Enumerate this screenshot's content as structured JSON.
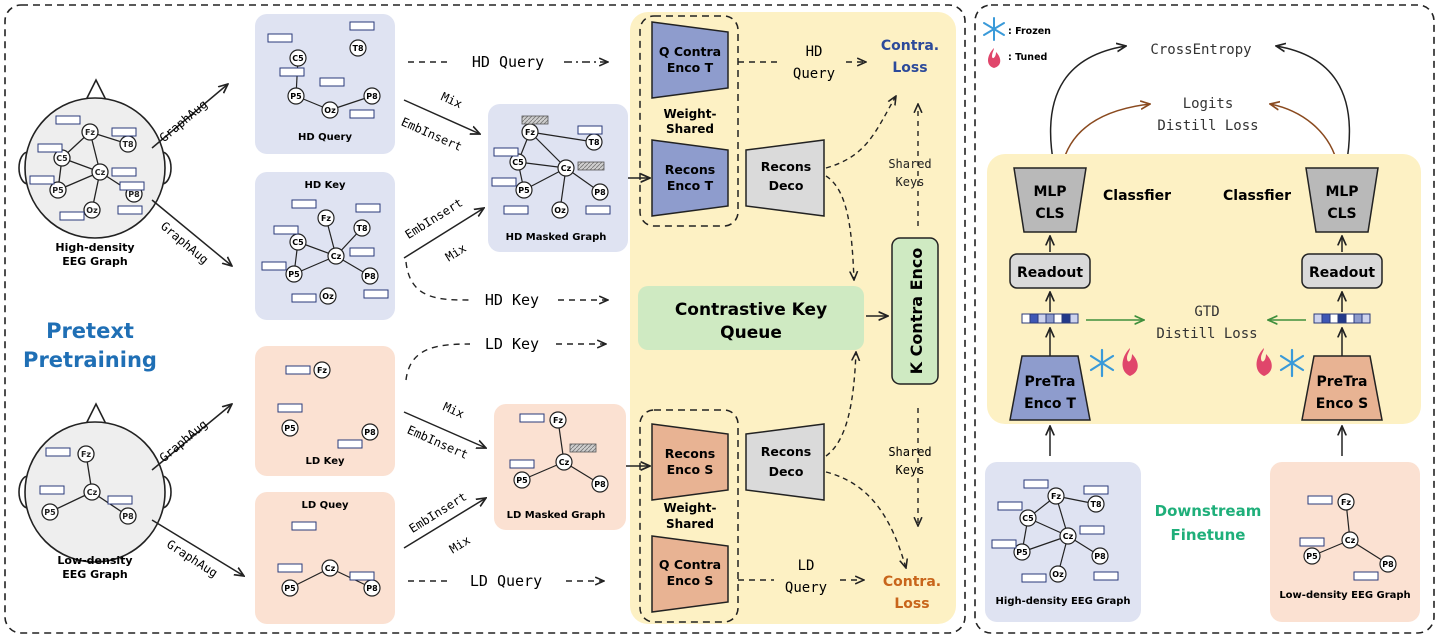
{
  "colors": {
    "hd_panel": "#dfe3f2",
    "ld_panel": "#fbe1d2",
    "yellow_panel": "#fdf1c4",
    "green_box": "#cfeac2",
    "green_stroke": "#3f8f3c",
    "blue_enc": "#8e9ccd",
    "orange_enc": "#e8b393",
    "gray_box": "#dadada",
    "pretext_blue": "#1f6fb5",
    "loss_blue": "#2c4a9a",
    "loss_orange": "#c8651b",
    "downstream_green": "#1faf7a",
    "distill_arrow": "#8a4a1f"
  },
  "pretext": {
    "title_line1": "Pretext",
    "title_line2": "Pretraining"
  },
  "heads": {
    "hd_caption_line1": "High-density",
    "hd_caption_line2": "EEG Graph",
    "ld_caption_line1": "Low-density",
    "ld_caption_line2": "EEG Graph"
  },
  "electrodes": {
    "fz": "Fz",
    "cz": "Cz",
    "c5": "C5",
    "t8": "T8",
    "p5": "P5",
    "p8": "P8",
    "oz": "Oz"
  },
  "arrows": {
    "graphaug": "GraphAug",
    "mix": "Mix",
    "embinsert": "EmbInsert"
  },
  "panels": {
    "hd_query": "HD Query",
    "hd_key": "HD Key",
    "hd_masked": "HD Masked Graph",
    "ld_key": "LD Key",
    "ld_query": "LD Quey",
    "ld_masked": "LD Masked Graph",
    "hd_high_eeg": "High-density EEG Graph",
    "ld_low_eeg": "Low-density EEG Graph"
  },
  "flow": {
    "hd_query": "HD Query",
    "hd_key": "HD Key",
    "ld_key": "LD Key",
    "ld_query": "LD Query",
    "hd_query_l1": "HD",
    "hd_query_l2": "Query",
    "ld_query_l1": "LD",
    "ld_query_l2": "Query",
    "shared_l1": "Shared",
    "shared_l2": "Keys",
    "weight_l1": "Weight-",
    "weight_l2": "Shared"
  },
  "encoders": {
    "q_contra_t_l1": "Q Contra",
    "q_contra_t_l2": "Enco T",
    "recons_t_l1": "Recons",
    "recons_t_l2": "Enco T",
    "recons_s_l1": "Recons",
    "recons_s_l2": "Enco S",
    "q_contra_s_l1": "Q Contra",
    "q_contra_s_l2": "Enco S",
    "deco_l1": "Recons",
    "deco_l2": "Deco",
    "k_contra": "K Contra Enco",
    "queue_l1": "Contrastive Key",
    "queue_l2": "Queue"
  },
  "losses": {
    "contra_l1": "Contra.",
    "contra_l2": "Loss"
  },
  "finetune": {
    "legend_frozen": ": Frozen",
    "legend_tuned": ": Tuned",
    "crossentropy": "CrossEntropy",
    "logits_l1": "Logits",
    "logits_l2": "Distill Loss",
    "mlp_l1": "MLP",
    "mlp_l2": "CLS",
    "classifier": "Classfier",
    "readout": "Readout",
    "gtd_l1": "GTD",
    "gtd_l2": "Distill Loss",
    "pretra_t_l1": "PreTra",
    "pretra_t_l2": "Enco T",
    "pretra_s_l1": "PreTra",
    "pretra_s_l2": "Enco S",
    "downstream_l1": "Downstream",
    "downstream_l2": "Finetune"
  }
}
